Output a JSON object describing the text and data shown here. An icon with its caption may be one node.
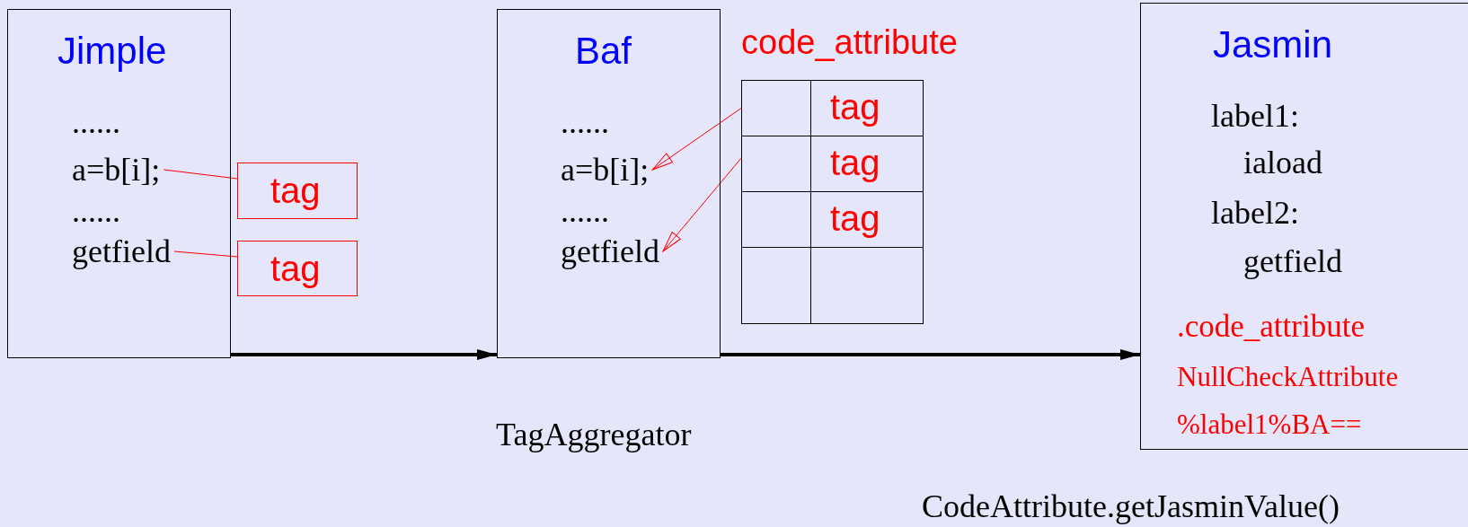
{
  "diagram": {
    "nodes": [
      {
        "text": [
          "Jimple"
        ]
      },
      {
        "text": [
          "......"
        ],
        "in": 0
      },
      {
        "text": [
          "a=b[i];"
        ],
        "in": 0
      },
      {
        "text": [
          "......"
        ],
        "in": 0
      },
      {
        "text": [
          "getfield"
        ],
        "in": 0
      },
      {
        "text": [
          "tag"
        ]
      },
      {
        "text": [
          "tag"
        ]
      },
      {
        "text": [
          "Baf"
        ]
      },
      {
        "text": [
          "......"
        ],
        "in": 7
      },
      {
        "text": [
          "a=b[i];"
        ],
        "in": 7
      },
      {
        "text": [
          "......"
        ],
        "in": 7
      },
      {
        "text": [
          "getfield"
        ],
        "in": 7
      },
      {
        "text": [
          "code_attribute"
        ]
      },
      {
        "text": [
          "tag"
        ],
        "in": 12
      },
      {
        "text": [
          "tag"
        ],
        "in": 12
      },
      {
        "text": [
          "tag"
        ],
        "in": 12
      },
      {
        "text": [],
        "shape": "box",
        "in": 12
      },
      {
        "text": [
          "Jasmin",
          "label1:",
          "iaload",
          "label2:",
          "getfield",
          ".code_attribute",
          "NullCheckAttribute",
          "%label1%BA=="
        ]
      }
    ],
    "edges": [
      {
        "from": 2,
        "to": 5,
        "arrow": "none"
      },
      {
        "from": 4,
        "to": 6,
        "arrow": "none"
      },
      {
        "from": 13,
        "to": 9,
        "arrow": "to"
      },
      {
        "from": 14,
        "to": 11,
        "arrow": "to"
      },
      {
        "from": 0,
        "to": 7,
        "arrow": "to",
        "style": "thick",
        "color": "#000000"
      },
      {
        "from": 7,
        "to": 17,
        "arrow": "to",
        "style": "thick",
        "color": "#000000"
      }
    ],
    "labels": [
      "TagAggregator",
      "CodeAttribute.getJasminValue()"
    ]
  }
}
